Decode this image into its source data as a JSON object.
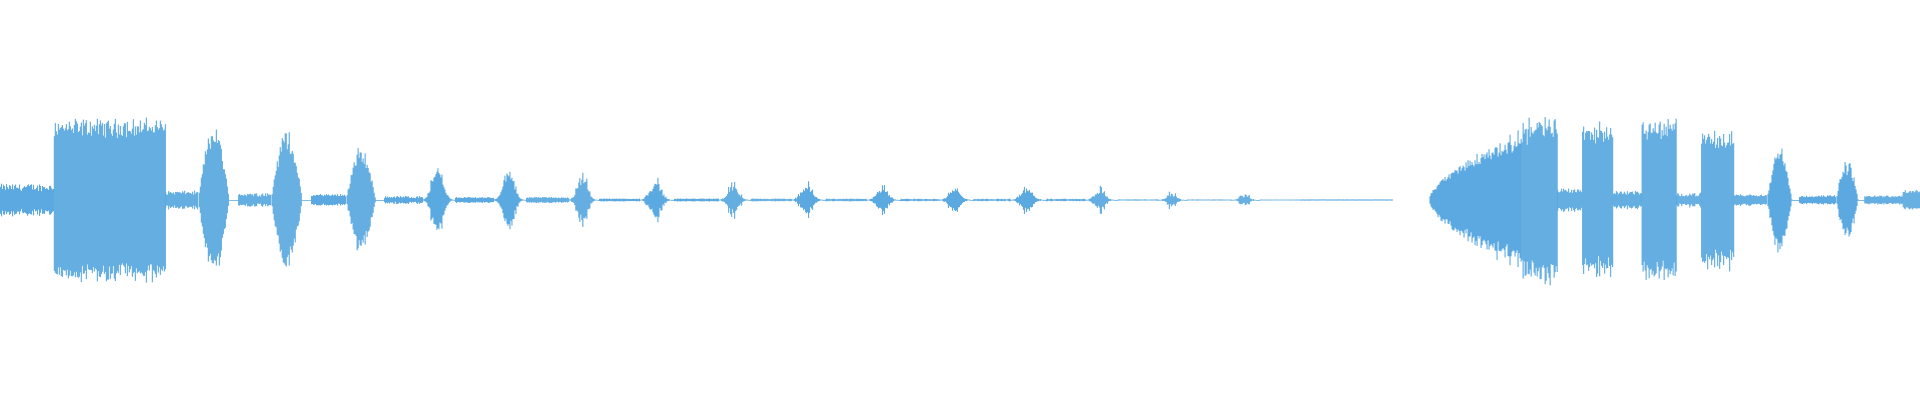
{
  "waveform": {
    "color": "#5ba9e0",
    "background": "#ffffff",
    "duration_ratio": 1.0,
    "segments": [
      {
        "start": 0.0,
        "end": 0.028,
        "peak": 0.11,
        "body": 0.05,
        "shape": "tail"
      },
      {
        "start": 0.028,
        "end": 0.086,
        "peak": 0.42,
        "body": 0.36,
        "shape": "block"
      },
      {
        "start": 0.086,
        "end": 0.103,
        "peak": 0.06,
        "body": 0.03,
        "shape": "tail"
      },
      {
        "start": 0.103,
        "end": 0.124,
        "peak": 0.4,
        "body": 0.3,
        "shape": "burst"
      },
      {
        "start": 0.124,
        "end": 0.141,
        "peak": 0.05,
        "body": 0.02,
        "shape": "tail"
      },
      {
        "start": 0.141,
        "end": 0.162,
        "peak": 0.38,
        "body": 0.28,
        "shape": "burst"
      },
      {
        "start": 0.162,
        "end": 0.18,
        "peak": 0.04,
        "body": 0.02,
        "shape": "tail"
      },
      {
        "start": 0.18,
        "end": 0.2,
        "peak": 0.28,
        "body": 0.2,
        "shape": "burst"
      },
      {
        "start": 0.2,
        "end": 0.22,
        "peak": 0.03,
        "body": 0.01,
        "shape": "tail"
      },
      {
        "start": 0.22,
        "end": 0.237,
        "peak": 0.25,
        "body": 0.14,
        "shape": "spike"
      },
      {
        "start": 0.237,
        "end": 0.257,
        "peak": 0.02,
        "body": 0.01,
        "shape": "tail"
      },
      {
        "start": 0.257,
        "end": 0.274,
        "peak": 0.22,
        "body": 0.12,
        "shape": "spike"
      },
      {
        "start": 0.274,
        "end": 0.296,
        "peak": 0.02,
        "body": 0.01,
        "shape": "tail"
      },
      {
        "start": 0.296,
        "end": 0.312,
        "peak": 0.18,
        "body": 0.08,
        "shape": "spike"
      },
      {
        "start": 0.312,
        "end": 0.333,
        "peak": 0.01,
        "body": 0.005,
        "shape": "tail"
      },
      {
        "start": 0.333,
        "end": 0.351,
        "peak": 0.15,
        "body": 0.06,
        "shape": "spike"
      },
      {
        "start": 0.351,
        "end": 0.374,
        "peak": 0.01,
        "body": 0.005,
        "shape": "tail"
      },
      {
        "start": 0.374,
        "end": 0.391,
        "peak": 0.14,
        "body": 0.05,
        "shape": "spike"
      },
      {
        "start": 0.391,
        "end": 0.412,
        "peak": 0.01,
        "body": 0.004,
        "shape": "tail"
      },
      {
        "start": 0.412,
        "end": 0.43,
        "peak": 0.13,
        "body": 0.05,
        "shape": "spike"
      },
      {
        "start": 0.43,
        "end": 0.451,
        "peak": 0.01,
        "body": 0.004,
        "shape": "tail"
      },
      {
        "start": 0.451,
        "end": 0.469,
        "peak": 0.11,
        "body": 0.04,
        "shape": "spike"
      },
      {
        "start": 0.469,
        "end": 0.489,
        "peak": 0.01,
        "body": 0.003,
        "shape": "tail"
      },
      {
        "start": 0.489,
        "end": 0.507,
        "peak": 0.11,
        "body": 0.04,
        "shape": "spike"
      },
      {
        "start": 0.507,
        "end": 0.526,
        "peak": 0.01,
        "body": 0.003,
        "shape": "tail"
      },
      {
        "start": 0.526,
        "end": 0.545,
        "peak": 0.1,
        "body": 0.04,
        "shape": "spike"
      },
      {
        "start": 0.545,
        "end": 0.565,
        "peak": 0.01,
        "body": 0.003,
        "shape": "tail"
      },
      {
        "start": 0.565,
        "end": 0.582,
        "peak": 0.09,
        "body": 0.03,
        "shape": "spike"
      },
      {
        "start": 0.582,
        "end": 0.603,
        "peak": 0.005,
        "body": 0.002,
        "shape": "tail"
      },
      {
        "start": 0.603,
        "end": 0.618,
        "peak": 0.06,
        "body": 0.02,
        "shape": "spike"
      },
      {
        "start": 0.618,
        "end": 0.641,
        "peak": 0.004,
        "body": 0.002,
        "shape": "tail"
      },
      {
        "start": 0.641,
        "end": 0.656,
        "peak": 0.05,
        "body": 0.015,
        "shape": "spike"
      },
      {
        "start": 0.656,
        "end": 0.677,
        "peak": 0.003,
        "body": 0.002,
        "shape": "tail"
      },
      {
        "start": 0.677,
        "end": 0.725,
        "peak": 0.003,
        "body": 0.003,
        "shape": "flat"
      },
      {
        "start": 0.725,
        "end": 0.744,
        "peak": 0.0,
        "body": 0.0,
        "shape": "gap"
      },
      {
        "start": 0.744,
        "end": 0.792,
        "peak": 0.36,
        "body": 0.28,
        "shape": "rampup"
      },
      {
        "start": 0.792,
        "end": 0.811,
        "peak": 0.44,
        "body": 0.32,
        "shape": "block"
      },
      {
        "start": 0.811,
        "end": 0.824,
        "peak": 0.08,
        "body": 0.04,
        "shape": "tail"
      },
      {
        "start": 0.824,
        "end": 0.84,
        "peak": 0.4,
        "body": 0.32,
        "shape": "block"
      },
      {
        "start": 0.84,
        "end": 0.855,
        "peak": 0.06,
        "body": 0.03,
        "shape": "tail"
      },
      {
        "start": 0.855,
        "end": 0.873,
        "peak": 0.42,
        "body": 0.34,
        "shape": "block"
      },
      {
        "start": 0.873,
        "end": 0.886,
        "peak": 0.05,
        "body": 0.02,
        "shape": "tail"
      },
      {
        "start": 0.886,
        "end": 0.903,
        "peak": 0.36,
        "body": 0.28,
        "shape": "block"
      },
      {
        "start": 0.903,
        "end": 0.92,
        "peak": 0.04,
        "body": 0.02,
        "shape": "tail"
      },
      {
        "start": 0.92,
        "end": 0.937,
        "peak": 0.28,
        "body": 0.2,
        "shape": "burst"
      },
      {
        "start": 0.937,
        "end": 0.956,
        "peak": 0.03,
        "body": 0.015,
        "shape": "tail"
      },
      {
        "start": 0.956,
        "end": 0.971,
        "peak": 0.22,
        "body": 0.14,
        "shape": "burst"
      },
      {
        "start": 0.971,
        "end": 0.991,
        "peak": 0.03,
        "body": 0.015,
        "shape": "tail"
      },
      {
        "start": 0.991,
        "end": 1.0,
        "peak": 0.06,
        "body": 0.04,
        "shape": "tail"
      }
    ]
  }
}
